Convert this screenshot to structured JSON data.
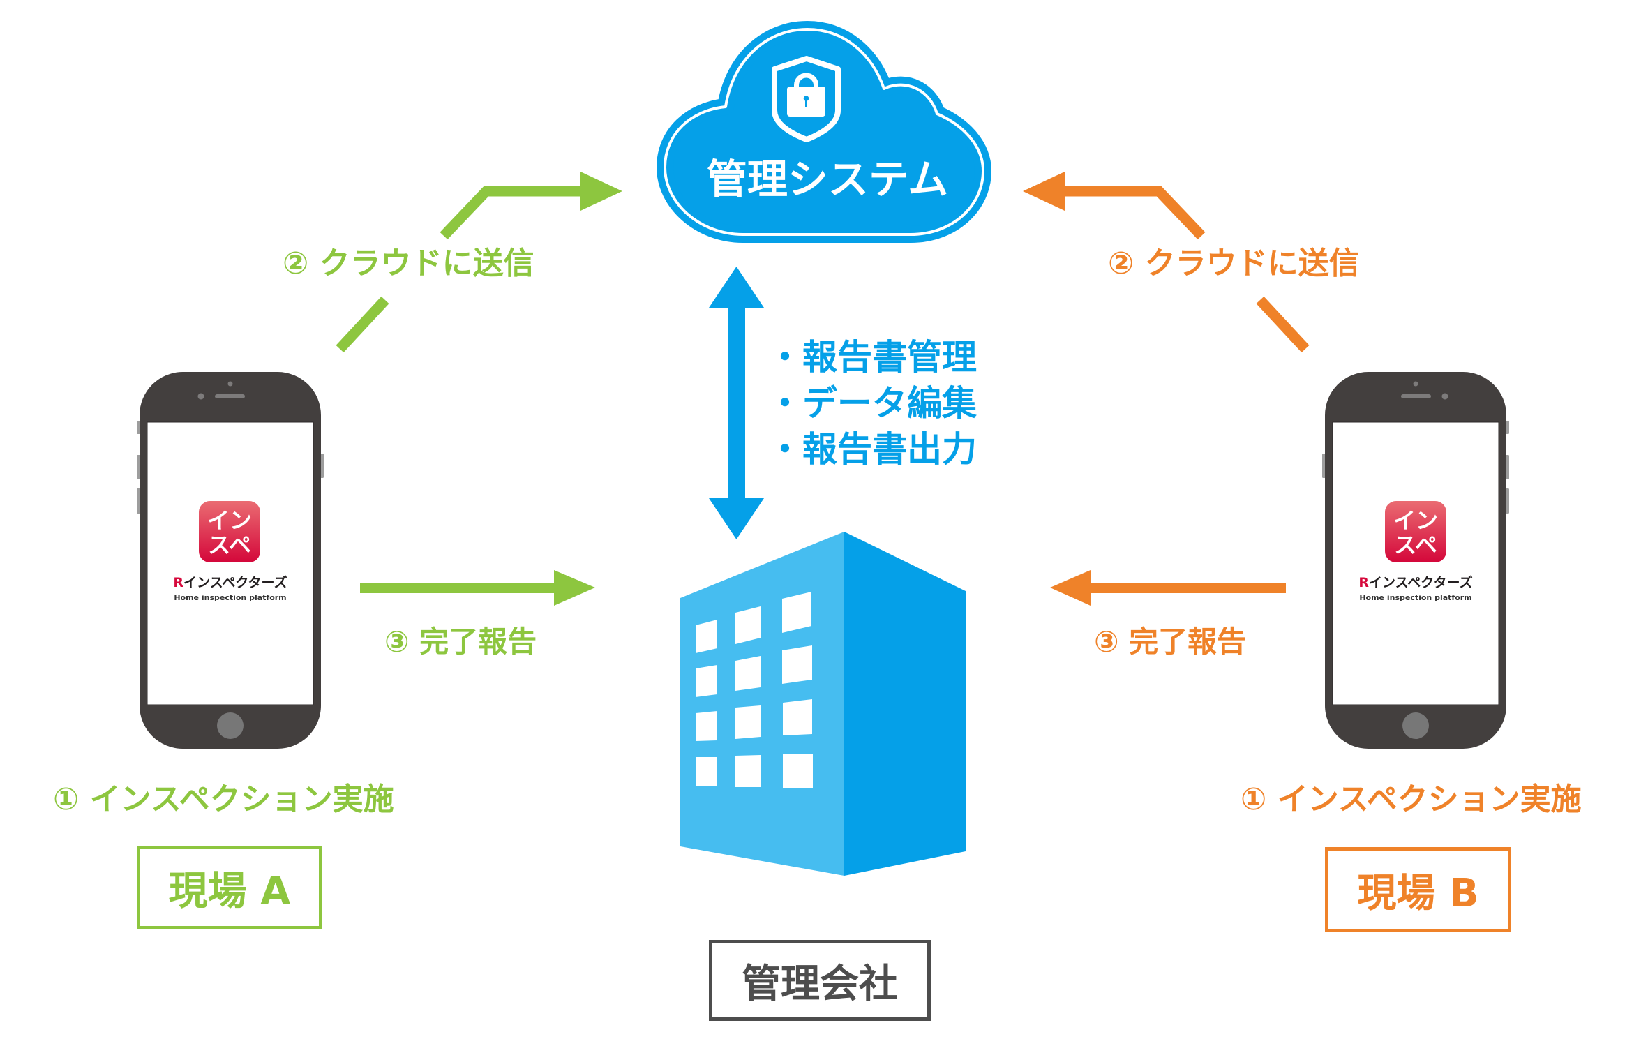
{
  "cloud": {
    "title": "管理システム",
    "icon": "shield-lock-icon"
  },
  "center_functions": {
    "bullet": "・",
    "items": [
      "報告書管理",
      "データ編集",
      "報告書出力"
    ]
  },
  "company": {
    "label": "管理会社",
    "icon": "office-building-icon"
  },
  "site_a": {
    "label": "現場 A",
    "step1": "① インスペクション実施",
    "step2": "② クラウドに送信",
    "step3": "③ 完了報告"
  },
  "site_b": {
    "label": "現場 B",
    "step1": "① インスペクション実施",
    "step2": "② クラウドに送信",
    "step3": "③ 完了報告"
  },
  "app": {
    "icon_line1": "イン",
    "icon_line2": "スペ",
    "brand_r": "R",
    "brand_name": "インスペクターズ",
    "tagline": "Home inspection platform"
  },
  "colors": {
    "site_a": "#8dc63f",
    "site_b": "#ef8229",
    "system": "#05a0e8",
    "system_light": "#46bdf0",
    "company": "#4d4d4d",
    "phone_body": "#433f3e",
    "app_red": "#d6083b"
  }
}
